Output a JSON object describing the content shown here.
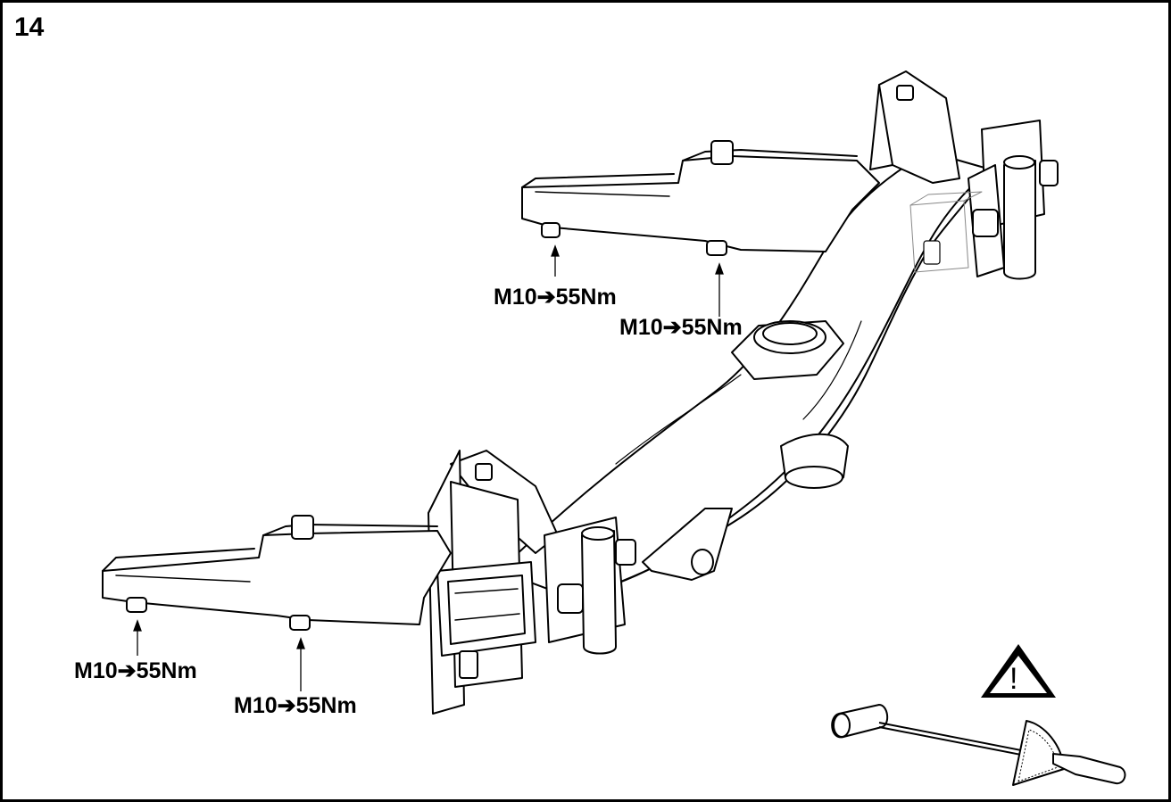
{
  "step": {
    "number": "14"
  },
  "labels": {
    "bolt_front_left": "M10➔55Nm",
    "bolt_front_right": "M10➔55Nm",
    "bolt_rear_left": "M10➔55Nm",
    "bolt_rear_right": "M10➔55Nm"
  },
  "warning": {
    "icon": "warning-triangle-icon",
    "mark": "!"
  },
  "tool": {
    "icon": "torque-wrench-icon"
  },
  "colors": {
    "line": "#000000",
    "background": "#ffffff"
  }
}
